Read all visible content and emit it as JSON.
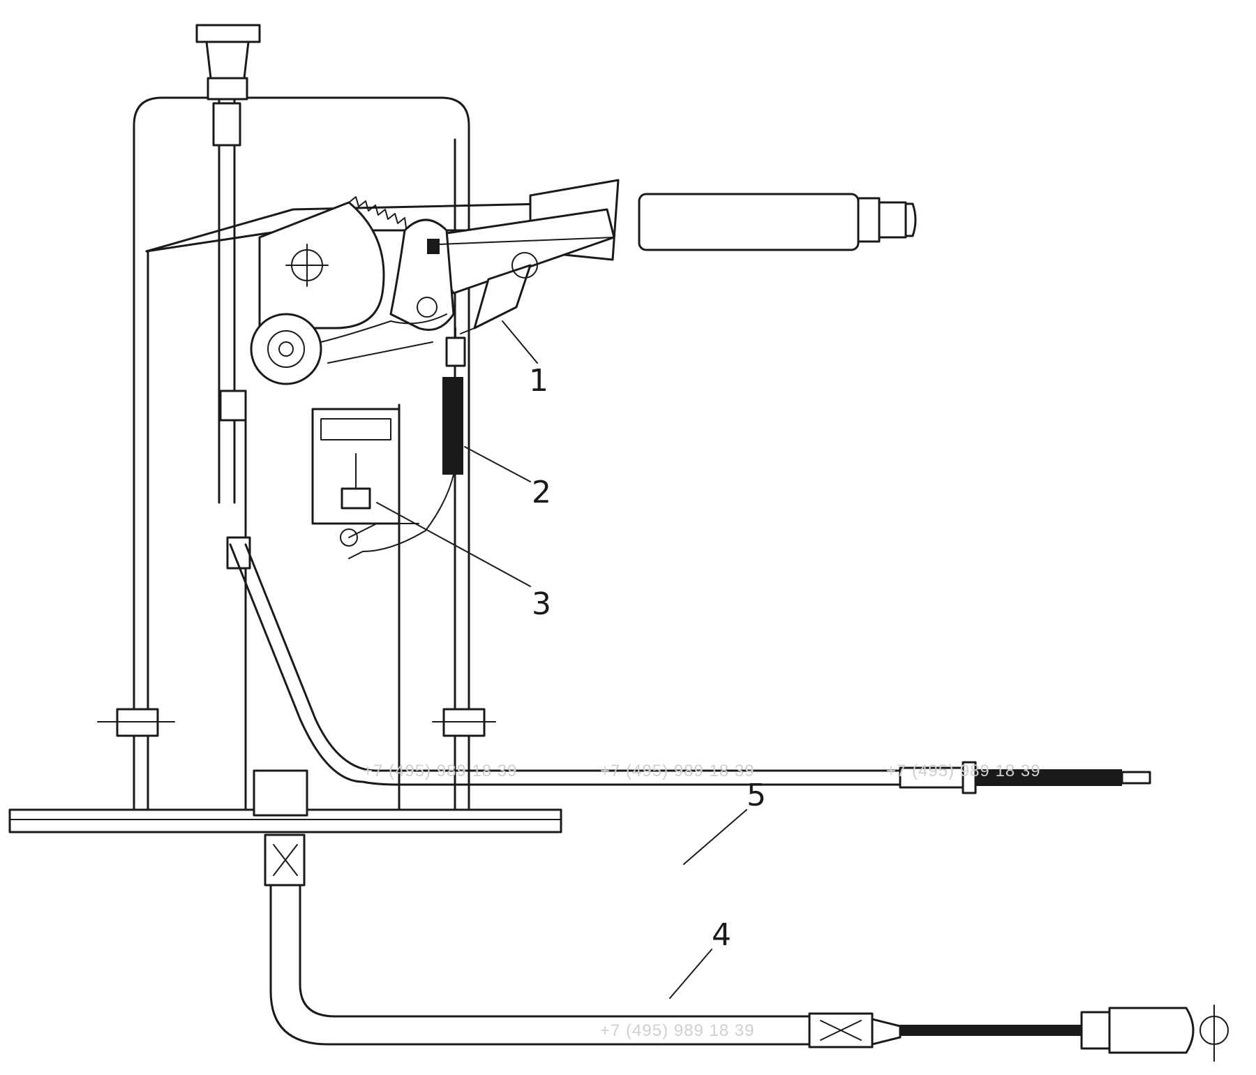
{
  "diagram": {
    "callouts": [
      {
        "id": "1",
        "label": "1"
      },
      {
        "id": "2",
        "label": "2"
      },
      {
        "id": "3",
        "label": "3"
      },
      {
        "id": "4",
        "label": "4"
      },
      {
        "id": "5",
        "label": "5"
      }
    ],
    "watermarks": [
      "+7 (495) 989 18 39",
      "+7 (495) 989 18 39",
      "+7 (495) 989 18 39",
      "+7 (495) 989 18 39"
    ]
  }
}
